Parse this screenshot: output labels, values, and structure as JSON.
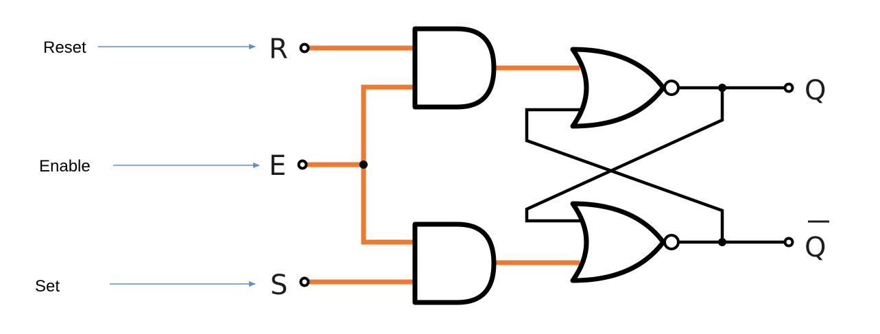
{
  "annotations": {
    "reset": "Reset",
    "enable": "Enable",
    "set": "Set"
  },
  "pins": {
    "r": "R",
    "e": "E",
    "s": "S",
    "q": "Q",
    "q_bar": "Q"
  },
  "colors": {
    "active_wire": "#f0792f",
    "pointer_arrow": "#5b8fd6",
    "gate_stroke": "#000000"
  },
  "components": [
    "and-gate",
    "and-gate",
    "nor-gate",
    "nor-gate"
  ]
}
